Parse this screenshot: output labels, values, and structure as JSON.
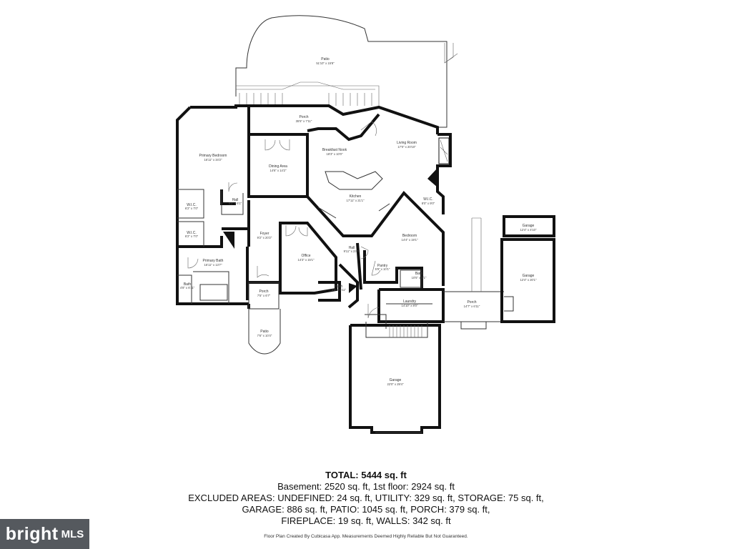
{
  "rooms": {
    "patio_top": {
      "name": "Patio",
      "dim": "51'10\" x 15'8\""
    },
    "porch_top": {
      "name": "Porch",
      "dim": "35'5\" x 7'11\""
    },
    "primary_bedroom": {
      "name": "Primary Bedroom",
      "dim": "16'11\" x 34'2\""
    },
    "dining_area": {
      "name": "Dining Area",
      "dim": "14'6\" x 14'2\""
    },
    "breakfast_nook": {
      "name": "Breakfast Nook",
      "dim": "18'3\" x 10'0\""
    },
    "living_room": {
      "name": "Living Room",
      "dim": "17'0\" x 20'10\""
    },
    "kitchen": {
      "name": "Kitchen",
      "dim": "17'11\" x 21'1\""
    },
    "wic_right": {
      "name": "W.I.C.",
      "dim": "8'0\" x 9'0\""
    },
    "wic_a": {
      "name": "W.I.C.",
      "dim": "6'2\" x 7'0\""
    },
    "wic_b": {
      "name": "W.I.C.",
      "dim": "6'2\" x 7'0\""
    },
    "hall_a": {
      "name": "Hall",
      "dim": "6'2\" x 6'1\""
    },
    "foyer": {
      "name": "Foyer",
      "dim": "9'2\" x 20'2\""
    },
    "office": {
      "name": "Office",
      "dim": "14'3\" x 15'1\""
    },
    "hall_b": {
      "name": "Hall",
      "dim": "9'11\" x 23'0\""
    },
    "bedroom": {
      "name": "Bedroom",
      "dim": "14'4\" x 19'1\""
    },
    "pantry": {
      "name": "Pantry",
      "dim": "5'9\" x 10'1\""
    },
    "bath_mid": {
      "name": "Bath",
      "dim": "10'5\" x 5'1\""
    },
    "primary_bath": {
      "name": "Primary Bath",
      "dim": "16'11\" x 13'7\""
    },
    "bath_left": {
      "name": "Bath",
      "dim": "4'8\" x 6'11\""
    },
    "porch_front": {
      "name": "Porch",
      "dim": "7'5\" x 6'7\""
    },
    "half_bath": {
      "name": "Bath",
      "dim": "6'6\" x 6'11\""
    },
    "laundry": {
      "name": "Laundry",
      "dim": "14'10\" x 8'0\""
    },
    "porch_right": {
      "name": "Porch",
      "dim": "14'7\" x 6'11\""
    },
    "patio_front": {
      "name": "Patio",
      "dim": "7'6\" x 10'4\""
    },
    "garage_main": {
      "name": "Garage",
      "dim": "22'0\" x 29'4\""
    },
    "garage_small": {
      "name": "Garage",
      "dim": "12'4\" x 4'10\""
    },
    "garage_right": {
      "name": "Garage",
      "dim": "12'4\" x 20'1\""
    }
  },
  "summary": {
    "total": "TOTAL: 5444 sq. ft",
    "line1": "Basement: 2520 sq. ft, 1st floor: 2924 sq. ft",
    "line2": "EXCLUDED AREAS: UNDEFINED: 24 sq. ft, UTILITY: 329 sq. ft, STORAGE: 75 sq. ft,",
    "line3": "GARAGE: 886 sq. ft, PATIO: 1045 sq. ft, PORCH: 379 sq. ft,",
    "line4": "FIREPLACE: 19 sq. ft, WALLS: 342 sq. ft",
    "credit": "Floor Plan Created By Cubicasa App. Measurements Deemed Highly Reliable But Not Guaranteed."
  },
  "logo": {
    "brand": "bright",
    "suffix": "MLS"
  }
}
